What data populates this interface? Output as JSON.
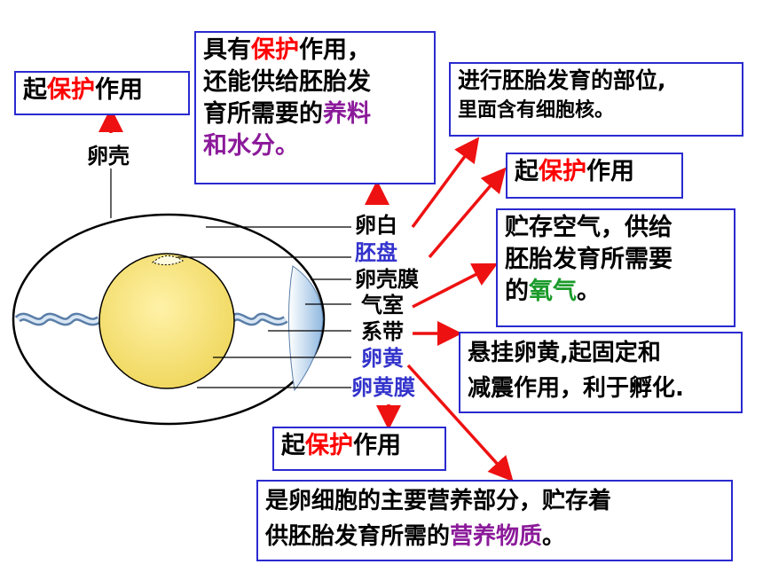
{
  "labels": {
    "shell": "卵壳",
    "albumen": "卵白",
    "blastodisc": "胚盘",
    "shell_membrane": "卵壳膜",
    "air_cell": "气室",
    "chalaza": "系带",
    "yolk": "卵黄",
    "yolk_membrane": "卵黄膜"
  },
  "boxes": {
    "shell_fn": {
      "a": "起",
      "b": "保护",
      "c": "作用"
    },
    "albumen_fn": {
      "l1a": "具有",
      "l1b": "保护",
      "l1c": "作用，",
      "l2": "还能供给胚胎发",
      "l3a": "育所需要的",
      "l3b": "养料",
      "l4": "和水分。"
    },
    "blastodisc_fn": {
      "l1": "进行胚胎发育的部位,",
      "l2": "里面含有细胞核。"
    },
    "shell_membrane_fn": {
      "a": "起",
      "b": "保护",
      "c": "作用"
    },
    "air_cell_fn": {
      "l1": "贮存空气，供给",
      "l2": "胚胎发育所需要",
      "l3a": "的",
      "l3b": "氧气",
      "l3c": "。"
    },
    "chalaza_fn": {
      "l1": "悬挂卵黄,起固定和",
      "l2": "减震作用，利于孵化."
    },
    "yolk_membrane_fn": {
      "a": "起",
      "b": "保护",
      "c": "作用"
    },
    "yolk_fn": {
      "l1": "是卵细胞的主要营养部分，贮存着",
      "l2a": "供胚胎发育所需的",
      "l2b": "营养物质",
      "l2c": "。"
    }
  },
  "colors": {
    "box_border": "#2a2ad0",
    "highlight": "#ff0000",
    "nutrient": "#8b1a9a",
    "oxygen": "#1a9a2a",
    "yolk": "#f6e47a",
    "arrow": "#ee1111"
  }
}
